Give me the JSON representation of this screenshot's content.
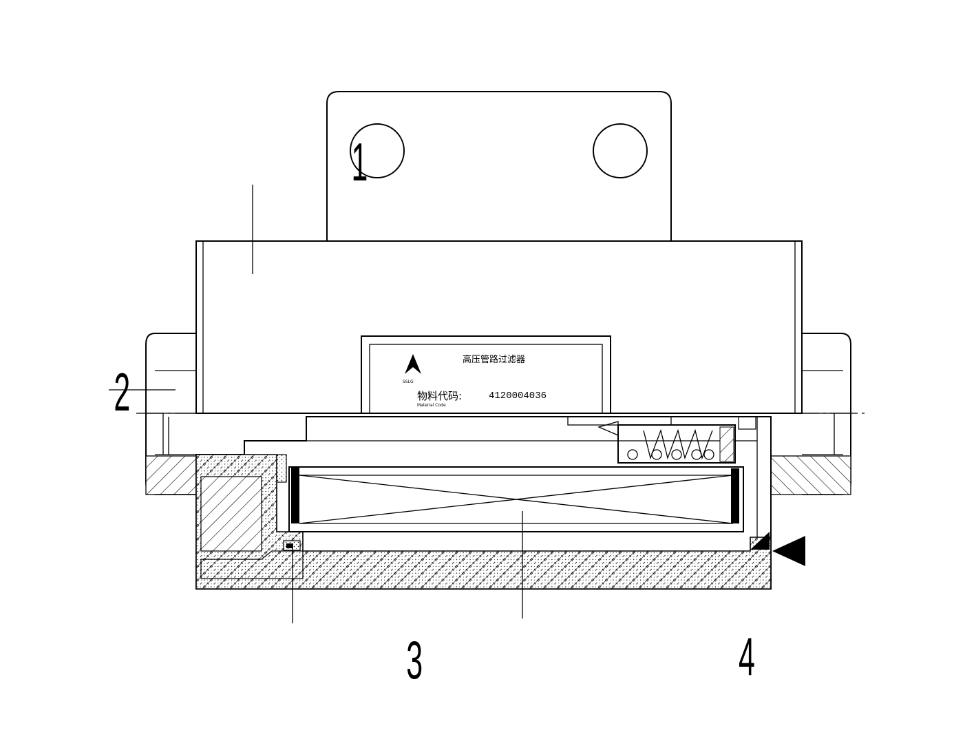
{
  "callouts": {
    "c1": "1",
    "c2": "2",
    "c3": "3",
    "c4": "4"
  },
  "nameplate": {
    "title": "高压管路过滤器",
    "code_label": "物料代码:",
    "code_value": "4120004036",
    "code_label_en": "Material Code",
    "logo_text": "SSLG"
  },
  "colors": {
    "line": "#000000",
    "background": "#ffffff"
  }
}
